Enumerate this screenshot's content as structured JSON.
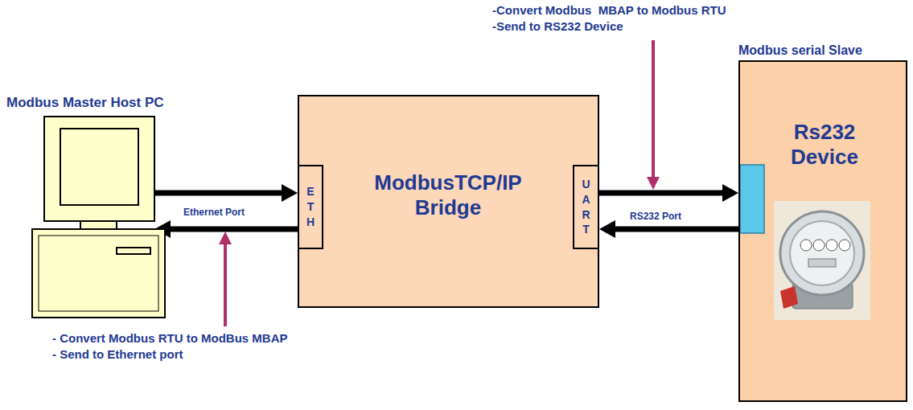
{
  "diagram": {
    "nodes": [
      {
        "text": [
          "Modbus Master Host PC"
        ]
      },
      {
        "text": [
          "ModbusTCP/IP Bridge"
        ]
      },
      {
        "text": [
          "ETH"
        ],
        "in": 1
      },
      {
        "text": [
          "UART"
        ],
        "in": 1
      },
      {
        "text": [
          "Modbus serial Slave",
          "Rs232 Device"
        ]
      }
    ],
    "edges": [
      {
        "from": 0,
        "to": 2,
        "arrow": "to"
      },
      {
        "from": 2,
        "to": 0,
        "arrow": "to"
      },
      {
        "from": 3,
        "to": 4,
        "arrow": "to"
      },
      {
        "from": 4,
        "to": 3,
        "arrow": "to"
      }
    ],
    "labels": [
      "Ethernet Port",
      "RS232 Port",
      "-Convert Modbus  MBAP to Modbus RTU",
      "-Send to RS232 Device",
      "- Convert Modbus RTU to ModBus MBAP",
      "- Send to Ethernet port"
    ]
  }
}
